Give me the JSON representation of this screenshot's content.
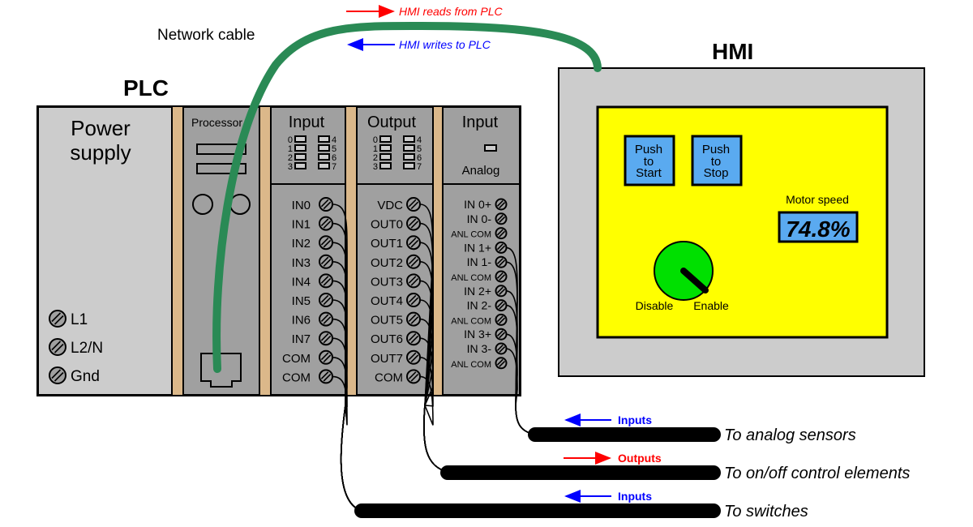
{
  "title_plc": "PLC",
  "title_hmi": "HMI",
  "network_cable_label": "Network cable",
  "comm": {
    "reads": "HMI reads from PLC",
    "writes": "HMI writes to PLC",
    "reads_color": "#ff0000",
    "writes_color": "#0000ff"
  },
  "power_supply": {
    "title_line1": "Power",
    "title_line2": "supply",
    "terminals": [
      "L1",
      "L2/N",
      "Gnd"
    ]
  },
  "processor": {
    "label": "Processor"
  },
  "discrete_input": {
    "title": "Input",
    "led_labels_left": [
      "0",
      "1",
      "2",
      "3"
    ],
    "led_labels_right": [
      "4",
      "5",
      "6",
      "7"
    ],
    "terminals": [
      "IN0",
      "IN1",
      "IN2",
      "IN3",
      "IN4",
      "IN5",
      "IN6",
      "IN7",
      "COM",
      "COM"
    ]
  },
  "discrete_output": {
    "title": "Output",
    "led_labels_left": [
      "0",
      "1",
      "2",
      "3"
    ],
    "led_labels_right": [
      "4",
      "5",
      "6",
      "7"
    ],
    "terminals": [
      "VDC",
      "OUT0",
      "OUT1",
      "OUT2",
      "OUT3",
      "OUT4",
      "OUT5",
      "OUT6",
      "OUT7",
      "COM"
    ]
  },
  "analog_input": {
    "title": "Input",
    "subtitle": "Analog",
    "terminals": [
      "IN 0+",
      "IN 0-",
      "ANL COM",
      "IN 1+",
      "IN 1-",
      "ANL COM",
      "IN 2+",
      "IN 2-",
      "ANL COM",
      "IN 3+",
      "IN 3-",
      "ANL COM"
    ]
  },
  "hmi": {
    "start_button": [
      "Push",
      "to",
      "Start"
    ],
    "stop_button": [
      "Push",
      "to",
      "Stop"
    ],
    "motor_speed_label": "Motor speed",
    "motor_speed_value": "74.8%",
    "selector_left": "Disable",
    "selector_right": "Enable",
    "selector_state": "Enable",
    "screen_color": "#ffff00",
    "button_color": "#5aaaf0",
    "selector_color": "#00e000"
  },
  "cables": [
    {
      "direction_label": "Inputs",
      "direction": "left",
      "color": "#0000ff",
      "destination": "To analog sensors"
    },
    {
      "direction_label": "Outputs",
      "direction": "right",
      "color": "#ff0000",
      "destination": "To on/off control elements"
    },
    {
      "direction_label": "Inputs",
      "direction": "left",
      "color": "#0000ff",
      "destination": "To switches"
    }
  ]
}
